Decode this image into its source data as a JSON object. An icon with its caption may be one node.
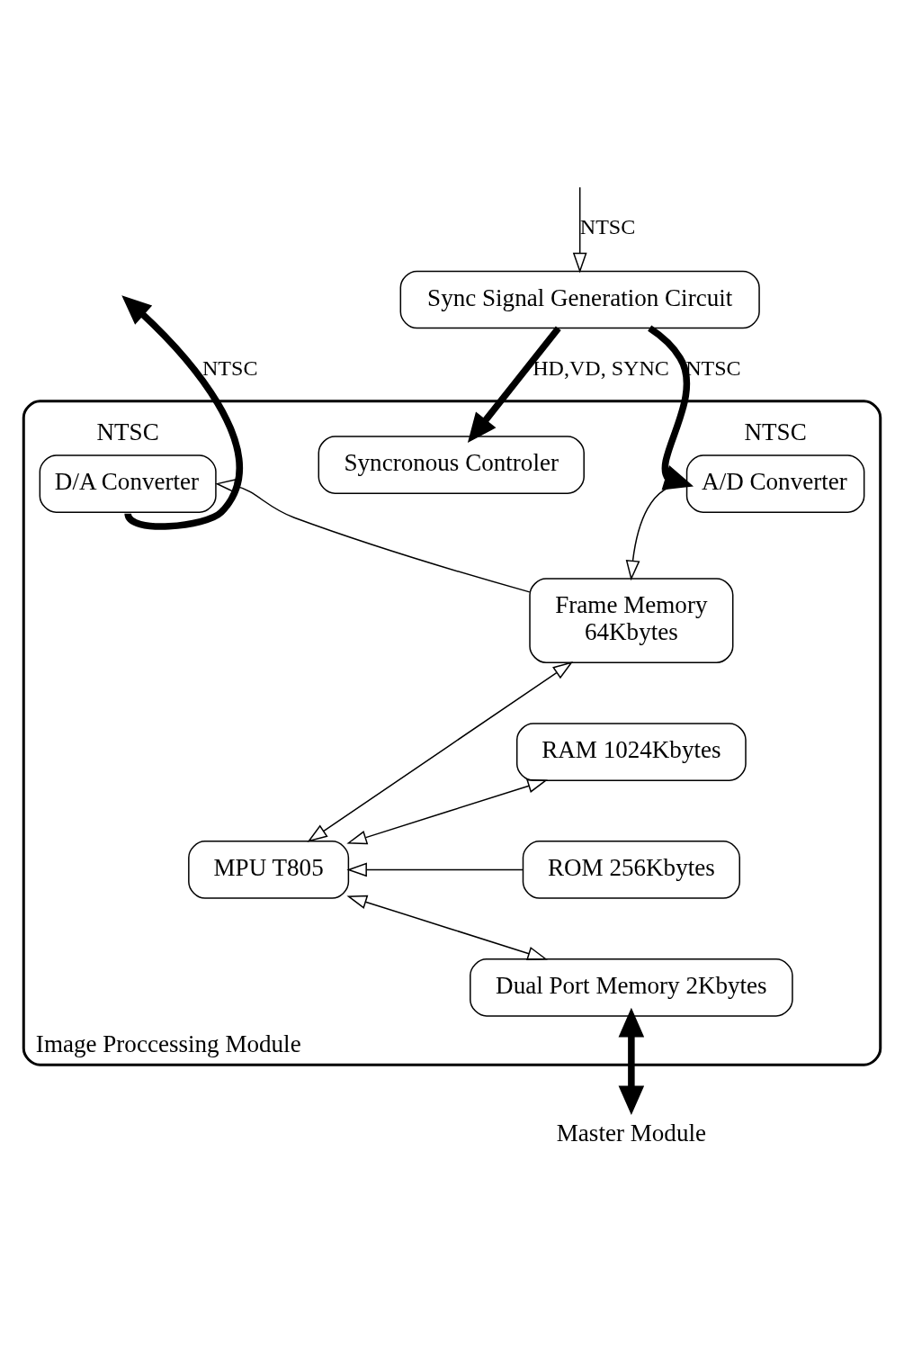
{
  "diagram": {
    "nodes": [
      {
        "text": [
          "Sync Signal Generation Circuit"
        ]
      },
      {
        "text": [
          "Image Proccessing Module"
        ]
      },
      {
        "text": [
          "A/D Converter"
        ],
        "in": 1,
        "beside": [
          "NTSC"
        ]
      },
      {
        "text": [
          "Syncronous Controler"
        ],
        "in": 1
      },
      {
        "text": [
          "D/A Converter"
        ],
        "in": 1,
        "beside": [
          "NTSC"
        ]
      },
      {
        "text": [
          "MPU T805"
        ],
        "in": 1
      },
      {
        "text": [
          "Frame Memory",
          "64Kbytes"
        ],
        "in": 1
      },
      {
        "text": [
          "RAM 1024Kbytes"
        ],
        "in": 1
      },
      {
        "text": [
          "ROM 256Kbytes"
        ],
        "in": 1
      },
      {
        "text": [
          "Dual Port Memory 2Kbytes"
        ],
        "in": 1
      },
      {
        "text": [
          "Master Module"
        ]
      }
    ],
    "edges": [
      {
        "from": null,
        "to": 0,
        "arrow": "to",
        "label": "NTSC"
      },
      {
        "from": 0,
        "to": 2,
        "arrow": "to",
        "label": "NTSC",
        "style": "thick"
      },
      {
        "from": 0,
        "to": 3,
        "arrow": "to",
        "label": "HD,VD, SYNC",
        "style": "thick"
      },
      {
        "from": 4,
        "to": null,
        "arrow": "to",
        "label": "NTSC",
        "style": "thick"
      },
      {
        "from": 2,
        "to": 6,
        "arrow": "to"
      },
      {
        "from": 6,
        "to": 4,
        "arrow": "to"
      },
      {
        "from": 5,
        "to": 6,
        "arrow": "both"
      },
      {
        "from": 5,
        "to": 7,
        "arrow": "both"
      },
      {
        "from": 8,
        "to": 5,
        "arrow": "to"
      },
      {
        "from": 5,
        "to": 9,
        "arrow": "both"
      },
      {
        "from": 9,
        "to": 10,
        "arrow": "both",
        "style": "thick"
      }
    ]
  }
}
